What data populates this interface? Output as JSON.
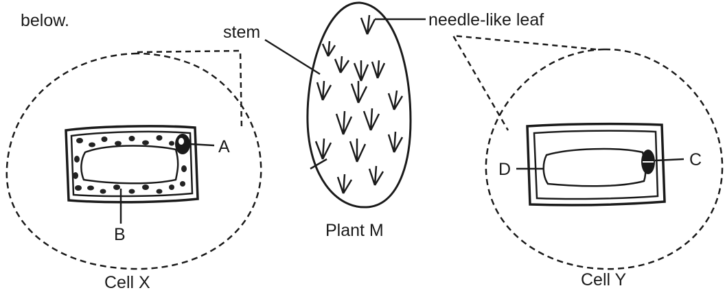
{
  "header_fragment": "below.",
  "plant": {
    "caption": "Plant M",
    "stem_label": "stem",
    "leaf_label": "needle-like leaf"
  },
  "cell_x": {
    "caption": "Cell X",
    "label_a": "A",
    "label_b": "B"
  },
  "cell_y": {
    "caption": "Cell Y",
    "label_c": "C",
    "label_d": "D"
  }
}
